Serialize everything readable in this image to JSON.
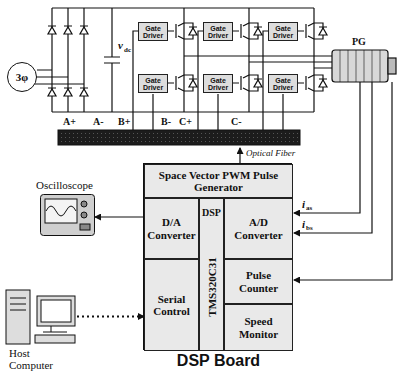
{
  "diagram": {
    "nodes": [
      {
        "text": [
          "3φ"
        ]
      },
      {
        "text": [
          "Gate Driver"
        ]
      },
      {
        "text": [
          "Gate Driver"
        ]
      },
      {
        "text": [
          "Gate Driver"
        ]
      },
      {
        "text": [
          "Gate Driver"
        ]
      },
      {
        "text": [
          "Gate Driver"
        ]
      },
      {
        "text": [
          "Gate Driver"
        ]
      },
      {
        "text": [
          "Oscilloscope"
        ]
      },
      {
        "text": [
          "DSP Board"
        ]
      },
      {
        "text": [
          "Space Vector PWM Pulse Generator"
        ],
        "in": 8
      },
      {
        "text": [
          "D/A Converter"
        ],
        "in": 8
      },
      {
        "text": [
          "DSP",
          "TMS320C31"
        ],
        "in": 8
      },
      {
        "text": [
          "A/D Converter"
        ],
        "in": 8
      },
      {
        "text": [
          "Serial Control"
        ],
        "in": 8
      },
      {
        "text": [
          "Pulse Counter"
        ],
        "in": 8
      },
      {
        "text": [
          "Speed Monitor"
        ],
        "in": 8
      },
      {
        "text": [
          "Host Computer"
        ]
      }
    ],
    "edges": [
      {
        "from": 10,
        "to": 7,
        "arrow": "to"
      },
      {
        "from": 16,
        "to": 13,
        "arrow": "to"
      }
    ],
    "labels": [
      "v",
      "dc",
      "A+",
      "A-",
      "B+",
      "B-",
      "C+",
      "C-",
      "PG",
      "Optical Fiber",
      "i",
      "as",
      "i",
      "bs"
    ]
  }
}
